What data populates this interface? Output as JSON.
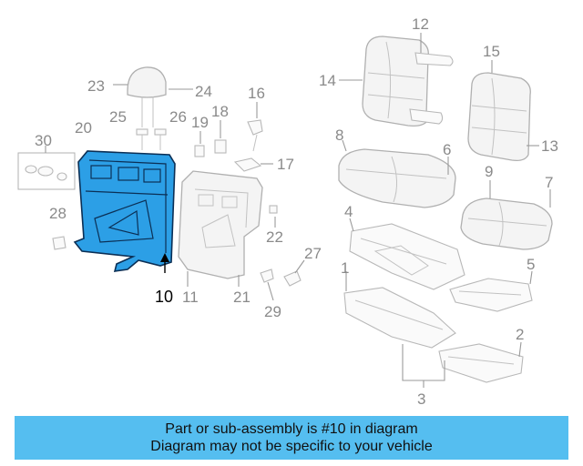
{
  "diagram": {
    "highlighted_part": "10",
    "highlight_color": "#2c9fe6",
    "callouts": [
      {
        "id": "c1",
        "text": "1"
      },
      {
        "id": "c2",
        "text": "2"
      },
      {
        "id": "c3",
        "text": "3"
      },
      {
        "id": "c4",
        "text": "4"
      },
      {
        "id": "c5",
        "text": "5"
      },
      {
        "id": "c6",
        "text": "6"
      },
      {
        "id": "c7",
        "text": "7"
      },
      {
        "id": "c8",
        "text": "8"
      },
      {
        "id": "c9",
        "text": "9"
      },
      {
        "id": "c10",
        "text": "10"
      },
      {
        "id": "c11",
        "text": "11"
      },
      {
        "id": "c12",
        "text": "12"
      },
      {
        "id": "c13",
        "text": "13"
      },
      {
        "id": "c14",
        "text": "14"
      },
      {
        "id": "c15",
        "text": "15"
      },
      {
        "id": "c16",
        "text": "16"
      },
      {
        "id": "c17",
        "text": "17"
      },
      {
        "id": "c18",
        "text": "18"
      },
      {
        "id": "c19",
        "text": "19"
      },
      {
        "id": "c20",
        "text": "20"
      },
      {
        "id": "c21",
        "text": "21"
      },
      {
        "id": "c22",
        "text": "22"
      },
      {
        "id": "c23",
        "text": "23"
      },
      {
        "id": "c24",
        "text": "24"
      },
      {
        "id": "c25",
        "text": "25"
      },
      {
        "id": "c26",
        "text": "26"
      },
      {
        "id": "c27",
        "text": "27"
      },
      {
        "id": "c28",
        "text": "28"
      },
      {
        "id": "c29",
        "text": "29"
      },
      {
        "id": "c30",
        "text": "30"
      }
    ]
  },
  "banner": {
    "line1": "Part or sub-assembly is #10 in diagram",
    "line2": "Diagram may not be specific to your vehicle",
    "background": "#55bef0"
  }
}
